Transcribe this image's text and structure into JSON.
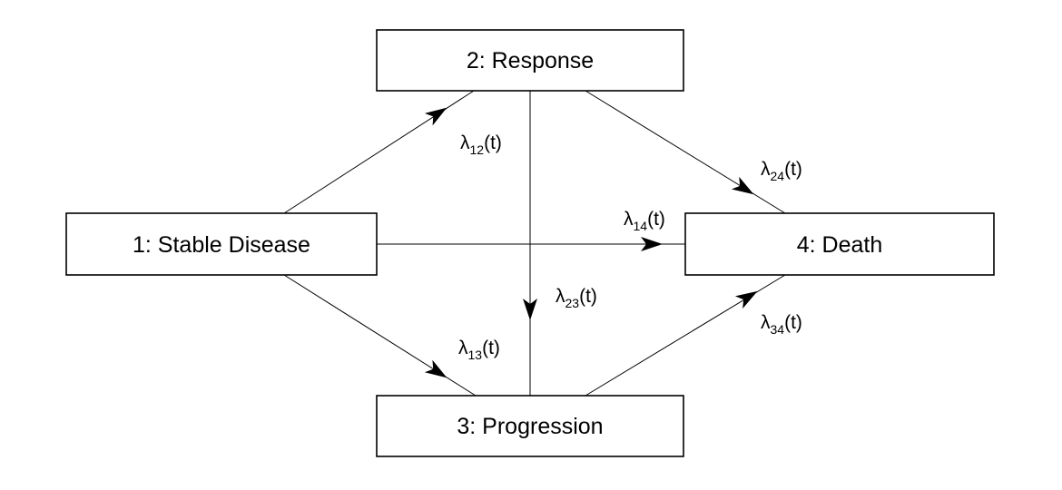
{
  "diagram": {
    "states": [
      {
        "id": "s1",
        "label": "1: Stable Disease"
      },
      {
        "id": "s2",
        "label": "2: Response"
      },
      {
        "id": "s3",
        "label": "3: Progression"
      },
      {
        "id": "s4",
        "label": "4: Death"
      }
    ],
    "transitions": [
      {
        "id": "t12",
        "from": "s1",
        "to": "s2",
        "symbol": "λ",
        "subscript": "12",
        "arg": "(t)"
      },
      {
        "id": "t13",
        "from": "s1",
        "to": "s3",
        "symbol": "λ",
        "subscript": "13",
        "arg": "(t)"
      },
      {
        "id": "t14",
        "from": "s1",
        "to": "s4",
        "symbol": "λ",
        "subscript": "14",
        "arg": "(t)"
      },
      {
        "id": "t23",
        "from": "s2",
        "to": "s3",
        "symbol": "λ",
        "subscript": "23",
        "arg": "(t)"
      },
      {
        "id": "t24",
        "from": "s2",
        "to": "s4",
        "symbol": "λ",
        "subscript": "24",
        "arg": "(t)"
      },
      {
        "id": "t34",
        "from": "s3",
        "to": "s4",
        "symbol": "λ",
        "subscript": "34",
        "arg": "(t)"
      }
    ]
  }
}
